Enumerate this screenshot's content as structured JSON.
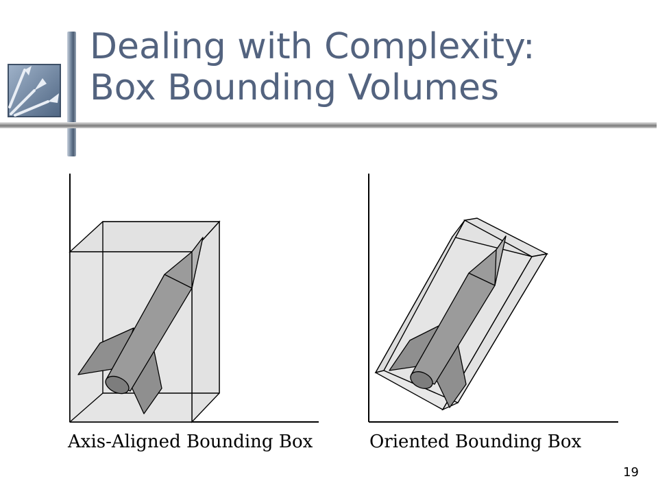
{
  "slide": {
    "title_line1": "Dealing with Complexity:",
    "title_line2": "Box Bounding Volumes",
    "number": "19"
  },
  "panels": [
    {
      "caption": "Axis-Aligned Bounding Box"
    },
    {
      "caption": "Oriented Bounding Box"
    }
  ],
  "colors": {
    "title": "#53637f",
    "box_fill": "#e2e2e2",
    "rocket_body": "#9b9b9b",
    "rocket_fin": "#8f8f8f",
    "logo_bg": "#6e86a3"
  },
  "icons": {
    "logo": "darts-logo-icon"
  }
}
